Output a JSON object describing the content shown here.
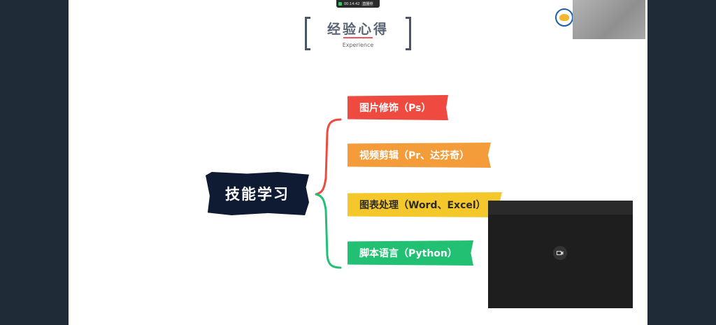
{
  "status_bar": {
    "timer": "00:14:42",
    "live_tag": "直播中",
    "signal_icon": "signal-icon"
  },
  "slide": {
    "title": "经验心得",
    "subtitle": "Experience",
    "logo": "university-logo"
  },
  "mind_map": {
    "center": "技能学习",
    "branches": [
      {
        "label": "图片修饰（Ps）",
        "color": "#ee4a3f"
      },
      {
        "label": "视频剪辑（Pr、达芬奇）",
        "color": "#f49b3a"
      },
      {
        "label": "图表处理（Word、Excel）",
        "color": "#f4c82b"
      },
      {
        "label": "脚本语言（Python）",
        "color": "#22c073"
      }
    ]
  },
  "video_overlay": {
    "icon": "camera-off-icon"
  }
}
